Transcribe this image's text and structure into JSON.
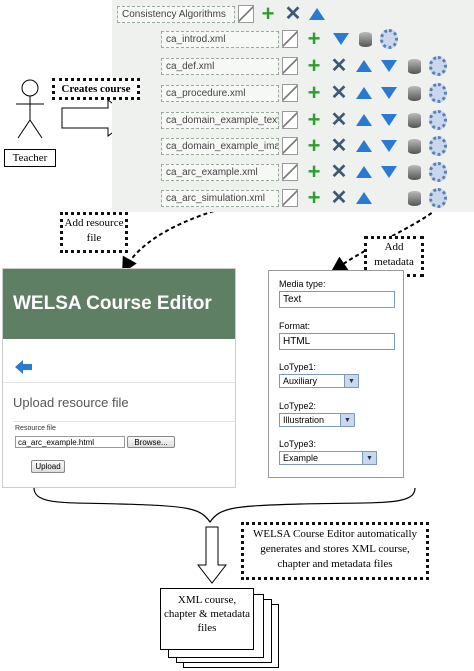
{
  "tree": {
    "root": "Consistency Algorithms",
    "items": [
      "ca_introd.xml",
      "ca_def.xml",
      "ca_procedure.xml",
      "ca_domain_example_text.x",
      "ca_domain_example_image",
      "ca_arc_example.xml",
      "ca_arc_simulation.xml"
    ]
  },
  "actor": {
    "label": "Teacher"
  },
  "labels": {
    "creates": "Creates course",
    "add_resource": "Add resource file",
    "add_metadata": "Add metadata",
    "auto": "WELSA Course Editor automatically generates and stores XML course, chapter and metadata files",
    "files": "XML course, chapter & metadata files"
  },
  "editor": {
    "title": "WELSA Course Editor",
    "back_icon": "back-arrow-icon",
    "heading": "Upload resource file",
    "field_label": "Resource file",
    "field_value": "ca_arc_example.html",
    "browse": "Browse...",
    "upload": "Upload"
  },
  "metadata": {
    "media_type_label": "Media type:",
    "media_type": "Text",
    "format_label": "Format:",
    "format": "HTML",
    "lotype1_label": "LoType1:",
    "lotype1": "Auxiliary",
    "lotype2_label": "LoType2:",
    "lotype2": "Illustration",
    "lotype3_label": "LoType3:",
    "lotype3": "Example"
  },
  "colors": {
    "editor_header": "#5f7f65",
    "accent_blue": "#2a7ad4",
    "add_green": "#2e9e2e"
  }
}
